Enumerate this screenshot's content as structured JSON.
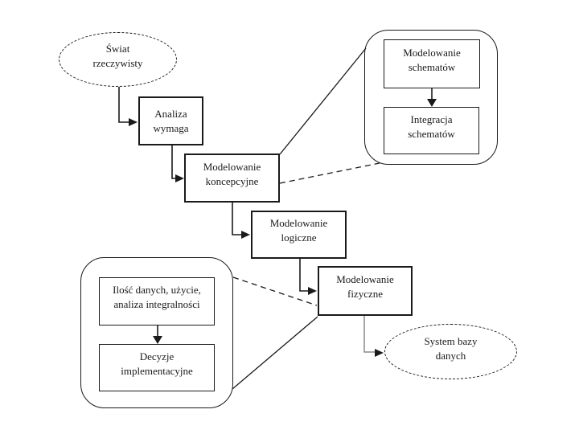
{
  "colors": {
    "ink": "#1a1a1a",
    "bg": "#ffffff",
    "faint_line": "#8a8a8a"
  },
  "diagram": {
    "nodes": {
      "swiat": {
        "label": "Świat rzeczywisty",
        "shape": "dashed-ellipse"
      },
      "analiza": {
        "label": "Analiza wymaga",
        "shape": "rect"
      },
      "koncepcyjne": {
        "label": "Modelowanie koncepcyjne",
        "shape": "rect"
      },
      "schematy": {
        "label": "Modelowanie schematów",
        "shape": "rect"
      },
      "integracja": {
        "label": "Integracja schematów",
        "shape": "rect"
      },
      "logiczne": {
        "label": "Modelowanie logiczne",
        "shape": "rect"
      },
      "fizyczne": {
        "label": "Modelowanie fizyczne",
        "shape": "rect"
      },
      "ilosc": {
        "label": "Ilość danych, użycie, analiza integralności",
        "shape": "rect"
      },
      "decyzje": {
        "label": "Decyzje implementacyjne",
        "shape": "rect"
      },
      "system": {
        "label": "System bazy danych",
        "shape": "dashed-ellipse"
      }
    }
  }
}
